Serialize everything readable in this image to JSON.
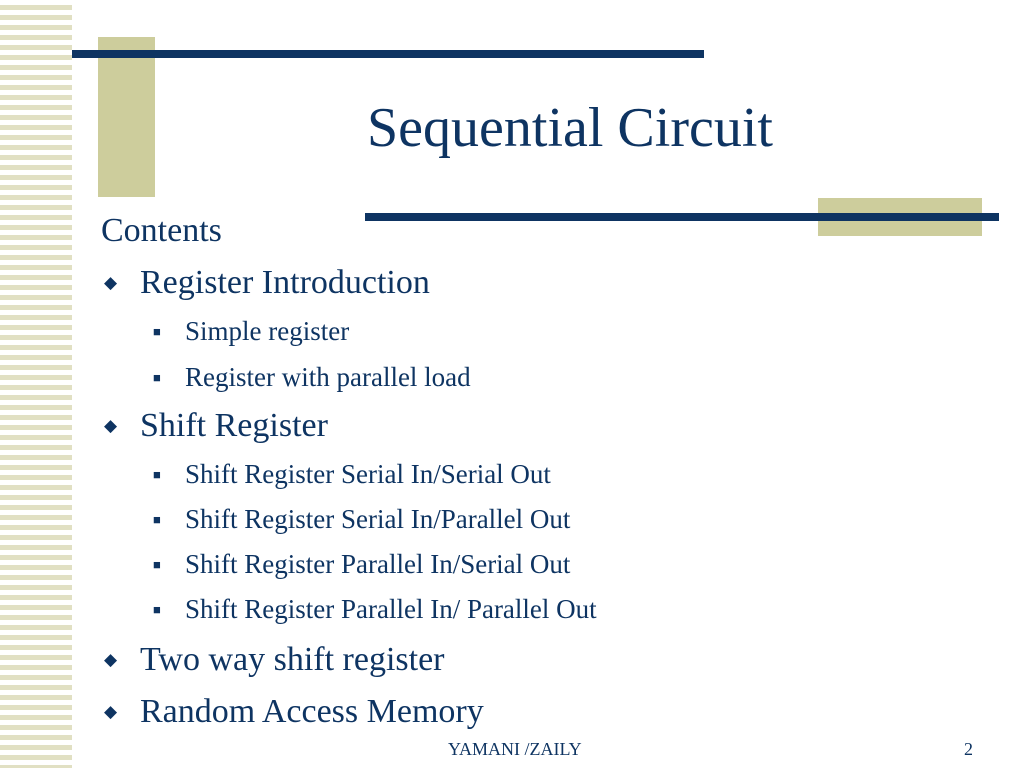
{
  "slide": {
    "title": "Sequential Circuit",
    "lead": "Contents",
    "footer": "YAMANI /ZAILY",
    "page_number": "2"
  },
  "outline": {
    "bullet_l1": "◆",
    "bullet_l2": "■",
    "items": [
      {
        "text": "Register Introduction"
      },
      {
        "text": "Simple register"
      },
      {
        "text": "Register with parallel load"
      },
      {
        "text": "Shift Register"
      },
      {
        "text": "Shift Register Serial In/Serial Out"
      },
      {
        "text": "Shift Register Serial In/Parallel Out"
      },
      {
        "text": "Shift Register Parallel In/Serial Out"
      },
      {
        "text": "Shift Register Parallel In/ Parallel Out"
      },
      {
        "text": "Two way shift register"
      },
      {
        "text": "Random Access Memory"
      }
    ]
  },
  "colors": {
    "text": "#0e3462",
    "accent_tan": "#cdcd9c",
    "stripe": "#e1e0c3"
  }
}
